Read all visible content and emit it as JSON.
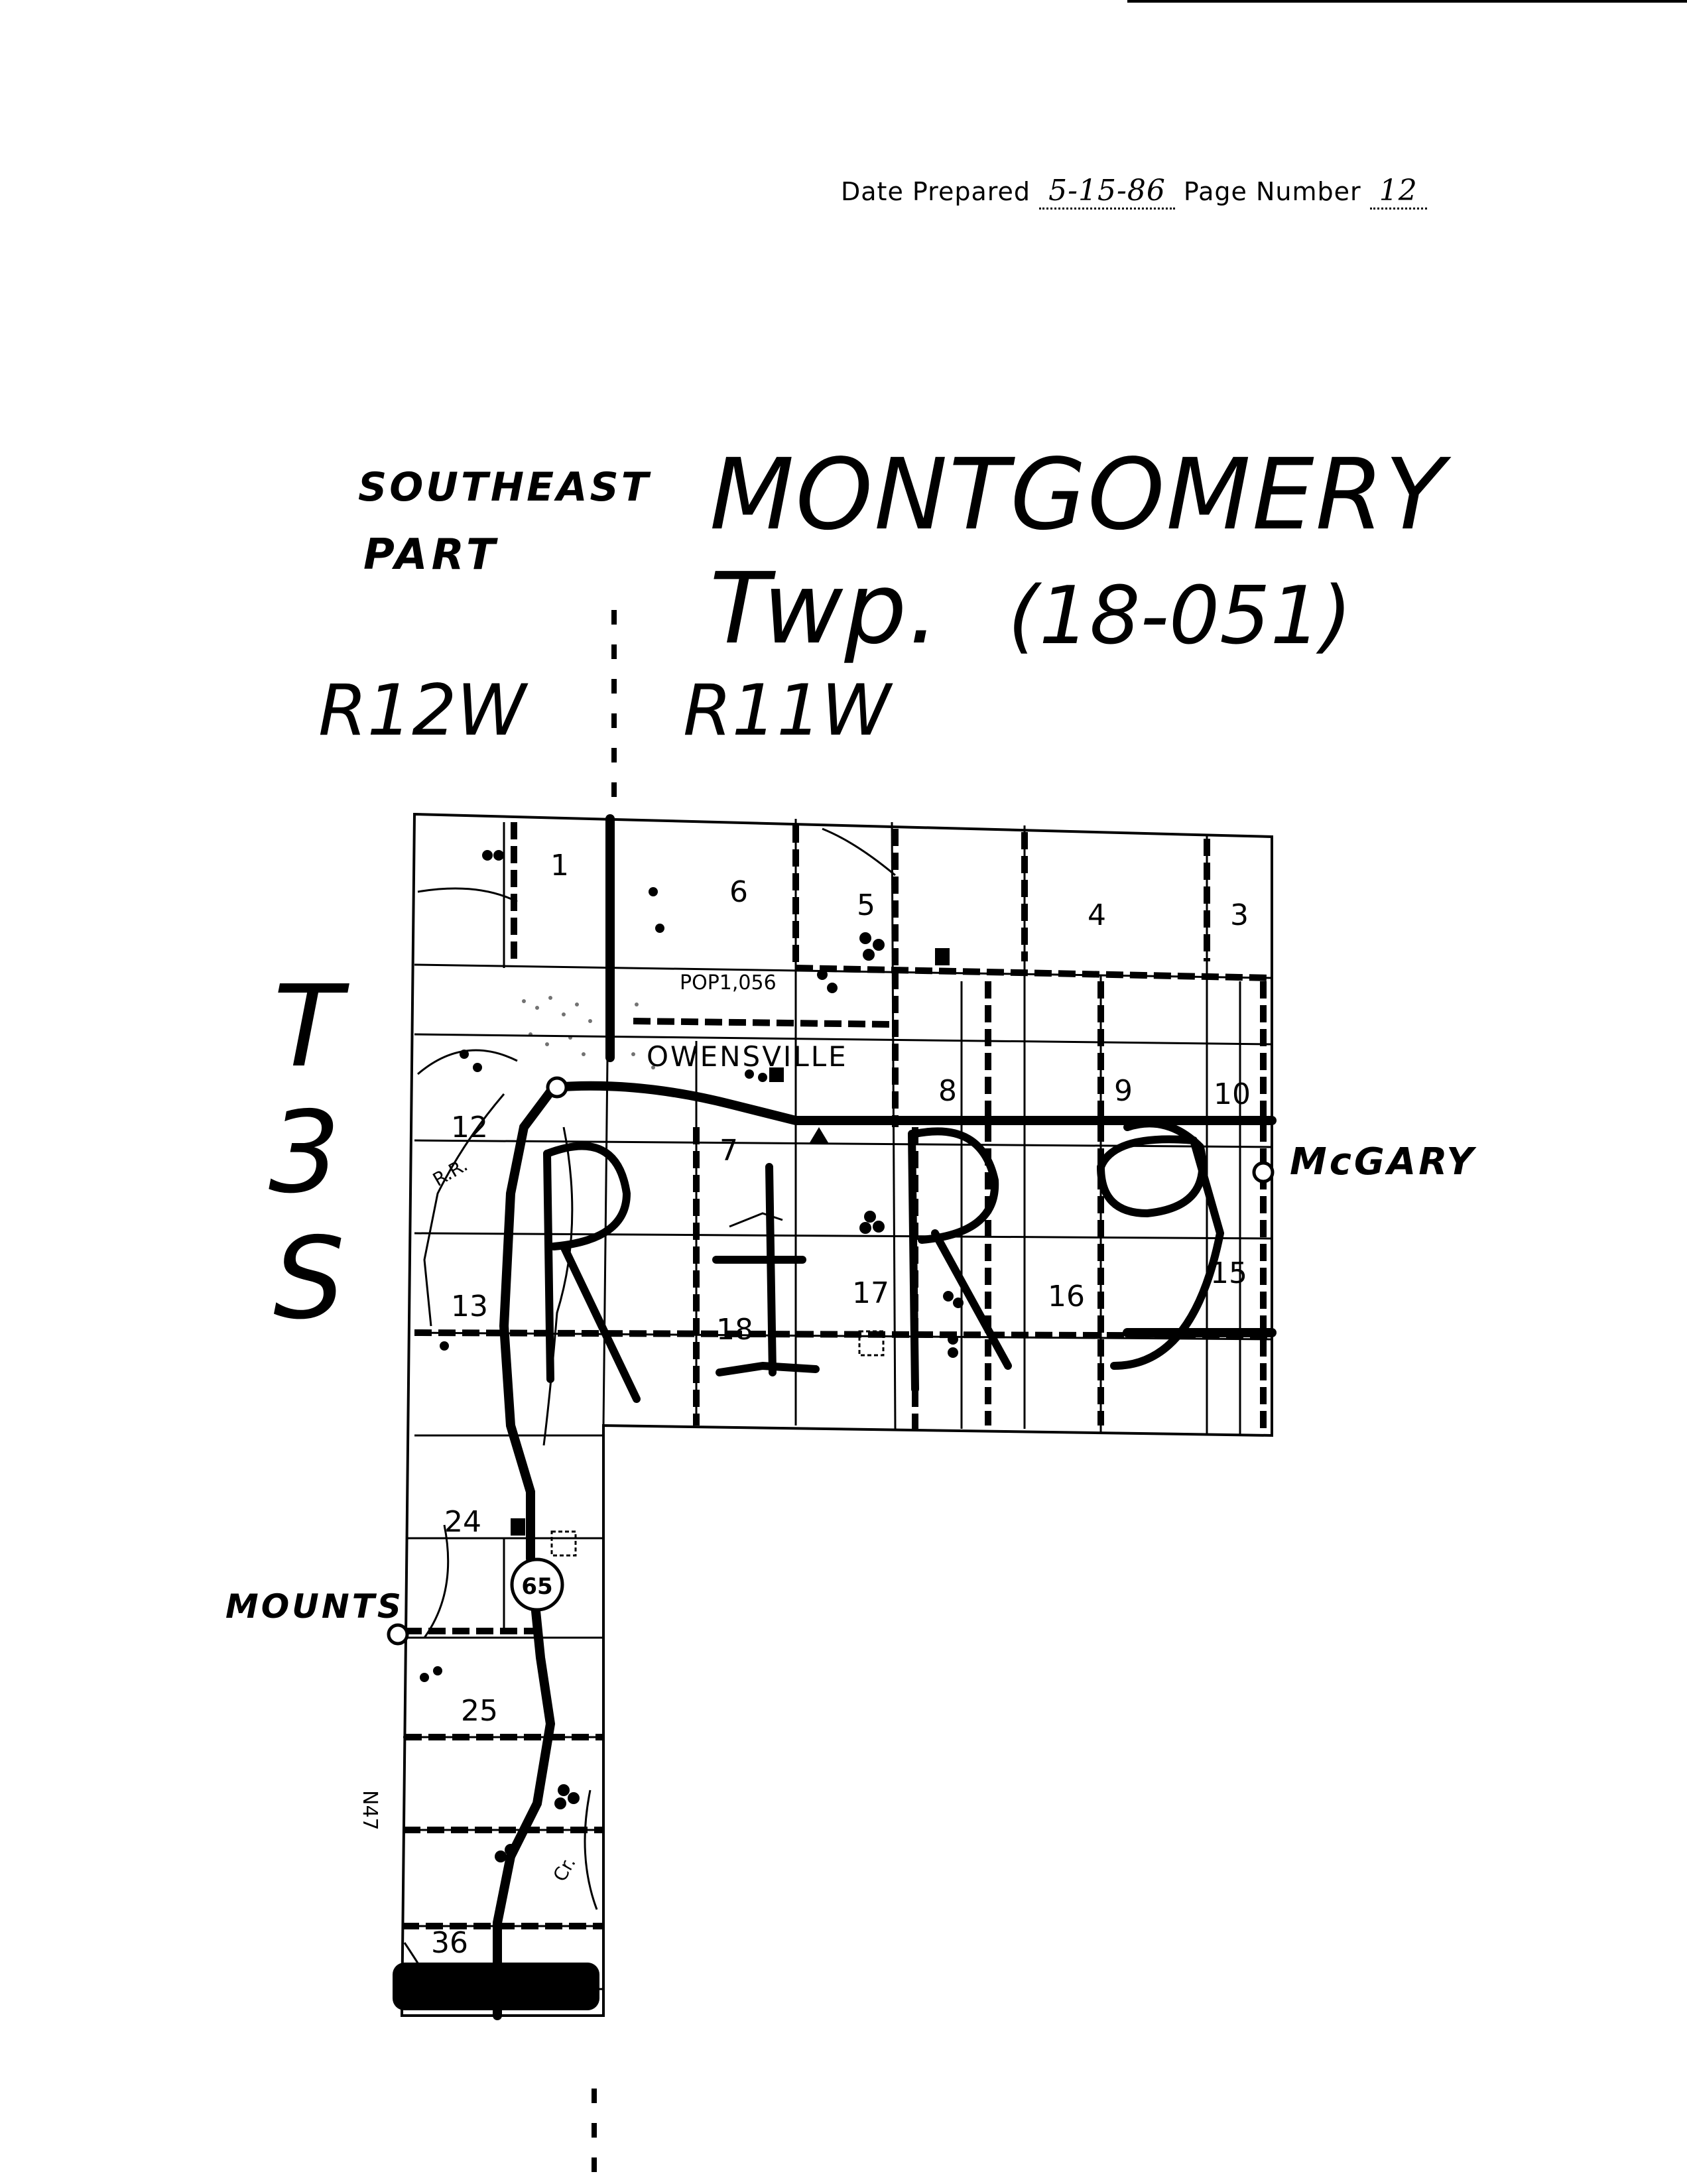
{
  "header": {
    "date_label": "Date Prepared",
    "date_value": "5-15-86",
    "page_label": "Page Number",
    "page_value": "12"
  },
  "titles": {
    "part": [
      "SOUTHEAST",
      "PART"
    ],
    "township_name": "MONTGOMERY Twp.",
    "township_code": "(18-051)"
  },
  "ranges": [
    "R12W",
    "R11W"
  ],
  "township_label": [
    "T",
    "3",
    "S"
  ],
  "sections": [
    "1",
    "6",
    "5",
    "4",
    "3",
    "12",
    "7",
    "8",
    "9",
    "10",
    "13",
    "18",
    "17",
    "16",
    "15",
    "24",
    "25",
    "36"
  ],
  "places": {
    "town": "OWENSVILLE",
    "population": "POP1,056",
    "east_point": "McGARY",
    "west_point": "MOUNTS"
  },
  "roads": {
    "highway_shield": "65",
    "railroad": "R.R.",
    "creek": "Cr.",
    "road_west": "N47"
  },
  "annotation": "R1-R9",
  "colors": {
    "ink": "#000000",
    "paper": "#ffffff"
  }
}
